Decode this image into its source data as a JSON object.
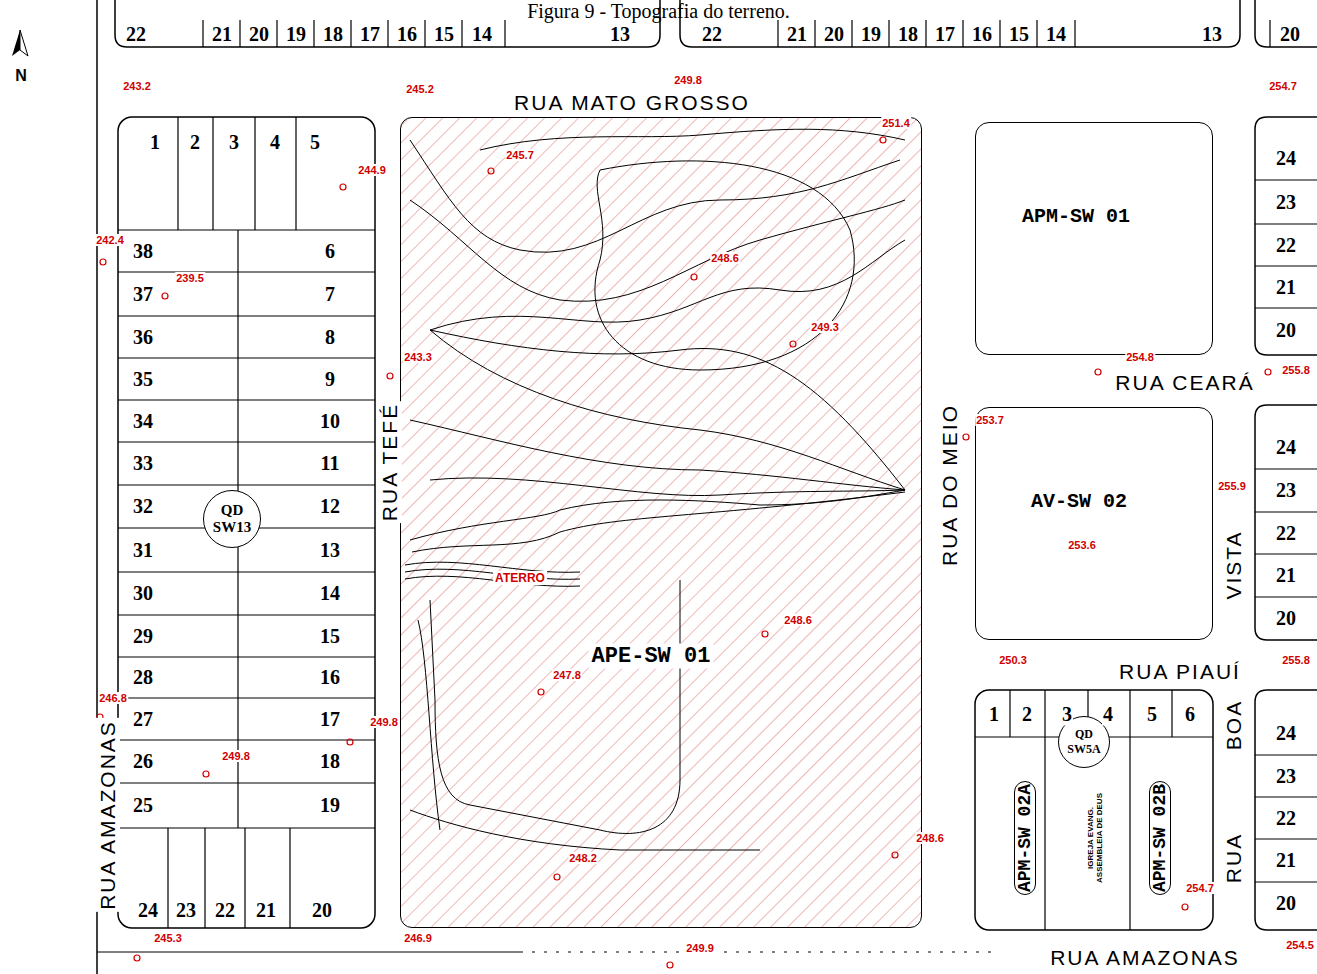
{
  "diagram": {
    "title": "Figura 9 - Topografia do terreno.",
    "nodes": [
      {
        "text": [
          "APM-SW 01"
        ]
      },
      {
        "text": [
          "APE-SW 01"
        ]
      },
      {
        "text": [
          "AV-SW 02"
        ]
      },
      {
        "text": [
          "QD SW13"
        ]
      },
      {
        "text": [
          "QD SW5A"
        ]
      }
    ],
    "labels": [
      "N",
      "22",
      "21",
      "20",
      "19",
      "18",
      "17",
      "16",
      "15",
      "14",
      "13",
      "22",
      "21",
      "20",
      "19",
      "18",
      "17",
      "16",
      "15",
      "14",
      "13",
      "20",
      "RUA MATO GROSSO",
      "RUA TEFÉ",
      "RUA DO MEIO",
      "RUA CEARÁ",
      "RUA PIAUÍ",
      "VISTA",
      "BOA",
      "RUA",
      "RUA AMAZONAS",
      "RUA AMAZONAS",
      "243.2",
      "245.2",
      "249.8",
      "254.7",
      "251.4",
      "245.7",
      "244.9",
      "242.4",
      "239.5",
      "248.6",
      "249.3",
      "243.3",
      "254.8",
      "255.8",
      "253.7",
      "255.9",
      "253.6",
      "248.6",
      "247.8",
      "250.3",
      "255.8",
      "246.8",
      "249.8",
      "249.8",
      "248.6",
      "248.2",
      "254.7",
      "245.3",
      "246.9",
      "249.9",
      "254.5",
      "ATERRO",
      "APM-SW 02A",
      "IGREJA EVANG. ASSEMBLEIA DE DEUS",
      "APM-SW 02B",
      "1",
      "2",
      "3",
      "4",
      "5",
      "38",
      "37",
      "36",
      "35",
      "34",
      "33",
      "32",
      "31",
      "30",
      "29",
      "28",
      "27",
      "26",
      "25",
      "6",
      "7",
      "8",
      "9",
      "10",
      "11",
      "12",
      "13",
      "14",
      "15",
      "16",
      "17",
      "18",
      "19",
      "24",
      "23",
      "22",
      "21",
      "20",
      "1",
      "2",
      "3",
      "4",
      "5",
      "6",
      "24",
      "23",
      "22",
      "21",
      "20",
      "24",
      "23",
      "22",
      "21",
      "20",
      "24",
      "23",
      "22",
      "21",
      "20"
    ]
  }
}
